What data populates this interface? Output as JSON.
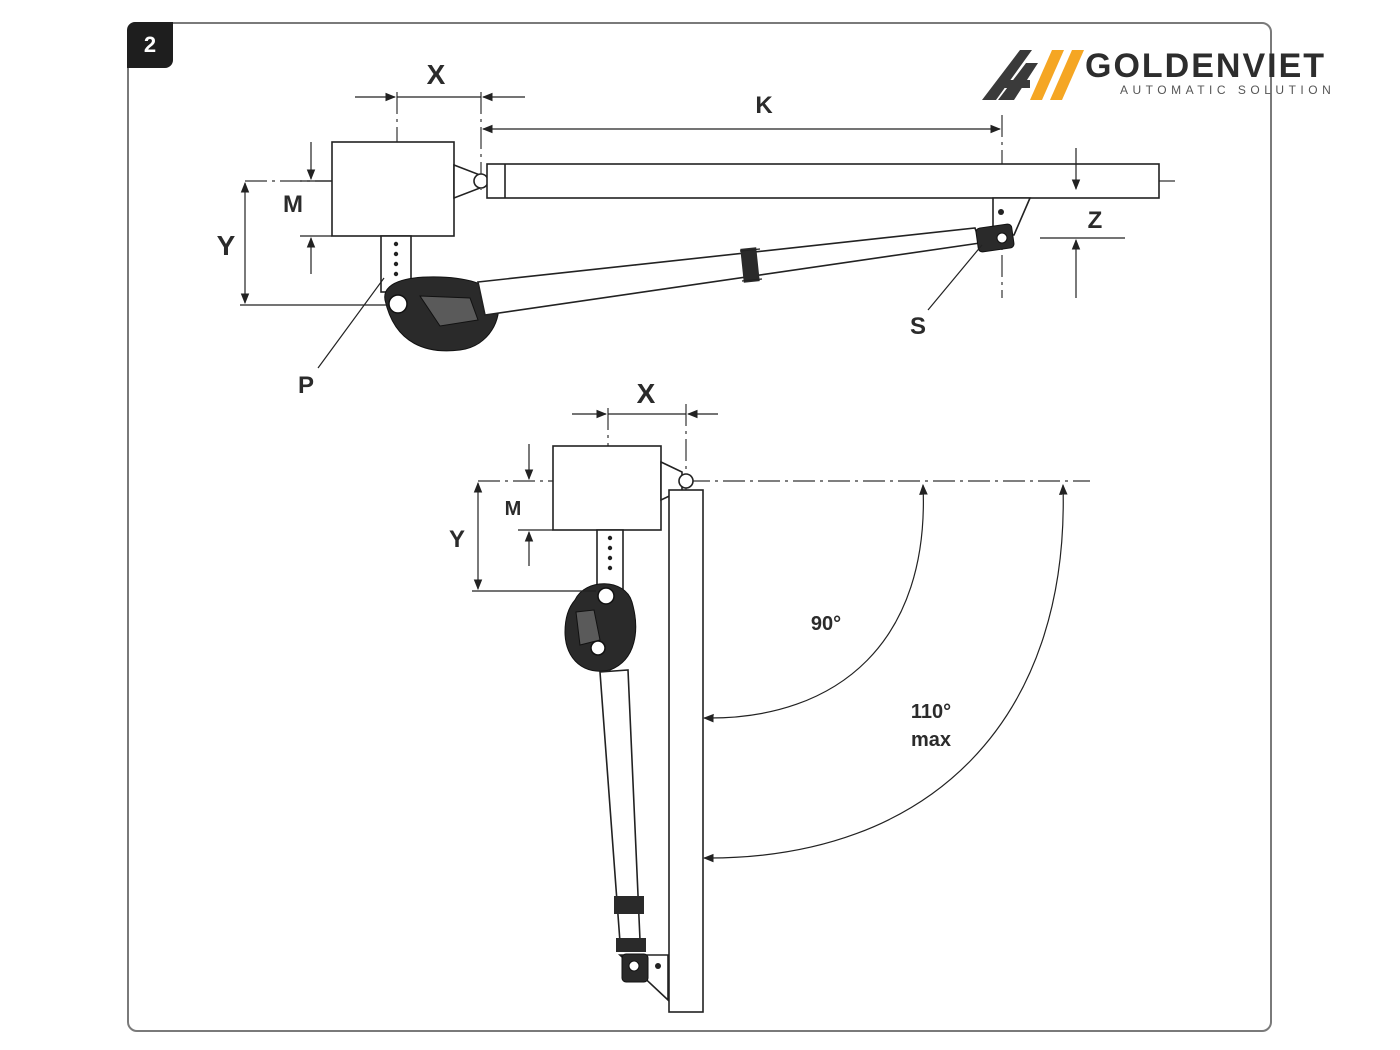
{
  "figure": {
    "number": "2"
  },
  "logo": {
    "brand": "GOLDENVIET",
    "tagline": "AUTOMATIC SOLUTION",
    "accent": "#f5a623",
    "dark": "#3a3a3a"
  },
  "labels": {
    "top": {
      "x": "X",
      "k": "K",
      "m": "M",
      "y": "Y",
      "z": "Z",
      "p": "P",
      "s": "S"
    },
    "bottom": {
      "x": "X",
      "m": "M",
      "y": "Y",
      "angle_90": "90°",
      "angle_110": "110°",
      "max": "max"
    }
  }
}
